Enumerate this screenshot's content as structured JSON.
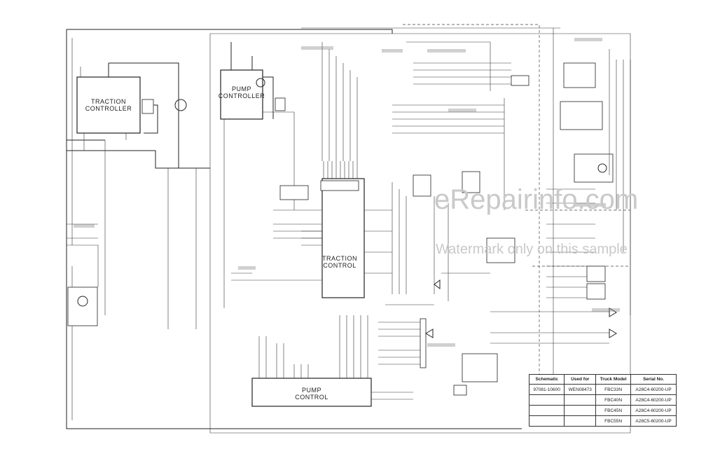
{
  "components": {
    "traction_controller": "TRACTION\nCONTROLLER",
    "pump_controller": "PUMP\nCONTROLLER",
    "traction_control": "TRACTION\nCONTROL",
    "pump_control": "PUMP\nCONTROL"
  },
  "watermark": {
    "site": "eRepairinfo.com",
    "note": "Watermark only on this sample"
  },
  "schedule": {
    "headers": [
      "Schematic",
      "Used for",
      "Truck Model",
      "Serial No."
    ],
    "rows": [
      [
        "97081-10600",
        "WEN08473",
        "FBC33N",
        "A28C4-60200-UP"
      ],
      [
        "",
        "",
        "FBC40N",
        "A28C4-60200-UP"
      ],
      [
        "",
        "",
        "FBC45N",
        "A28C4-60200-UP"
      ],
      [
        "",
        "",
        "FBC55N",
        "A28C5-60200-UP"
      ]
    ]
  }
}
